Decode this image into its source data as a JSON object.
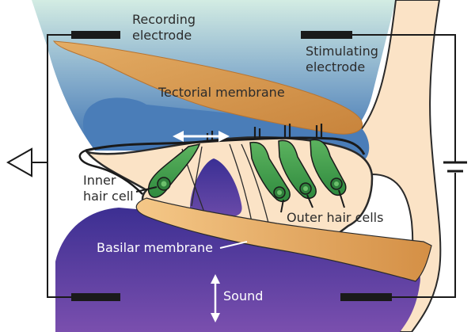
{
  "labels": {
    "recording_electrode": [
      "Recording",
      "electrode"
    ],
    "stimulating_electrode": [
      "Stimulating",
      "electrode"
    ],
    "tectorial_membrane": "Tectorial membrane",
    "inner_hair_cell": [
      "Inner",
      "hair cell"
    ],
    "outer_hair_cells": "Outer hair cells",
    "basilar_membrane": "Basilar membrane",
    "sound": "Sound"
  },
  "colors": {
    "tan_tissue": "#fbe3c6",
    "tectorial_membrane": "#d79a52",
    "endolymph_blue": "#4d7fb8",
    "top_fluid": "#c9e6df",
    "lower_purple": "#5a3e9e",
    "hair_cell_green": "#3f9a48",
    "wire": "#1a1a1a"
  }
}
